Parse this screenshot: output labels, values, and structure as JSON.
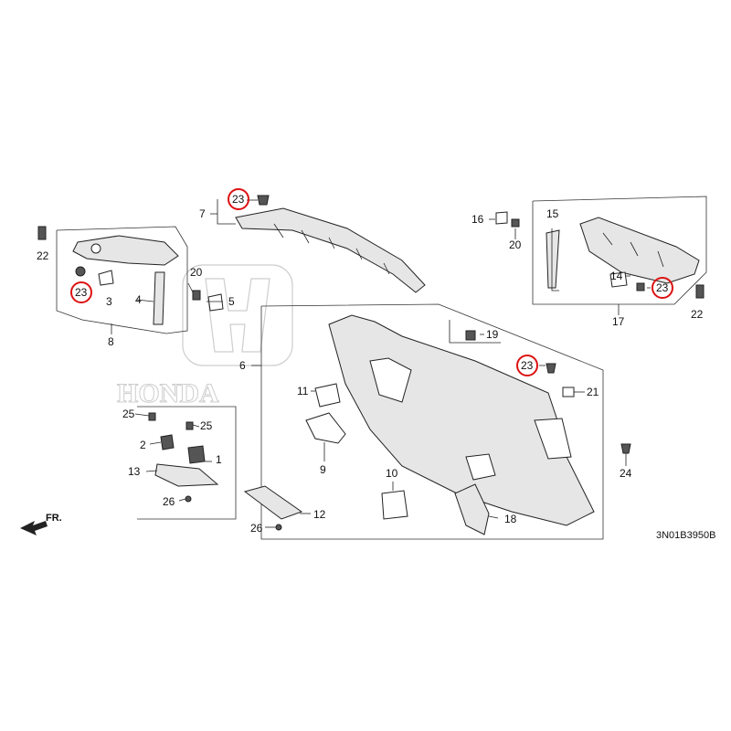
{
  "diagram_code": "3N01B3950B",
  "front_marker": "FR.",
  "watermark_text": "HONDA",
  "highlight_color": "#dd1111",
  "callouts": {
    "c1": "1",
    "c2": "2",
    "c3": "3",
    "c4": "4",
    "c5": "5",
    "c6": "6",
    "c7": "7",
    "c8": "8",
    "c9": "9",
    "c10": "10",
    "c11": "11",
    "c12": "12",
    "c13": "13",
    "c14": "14",
    "c15": "15",
    "c16": "16",
    "c17": "17",
    "c18": "18",
    "c19": "19",
    "c20a": "20",
    "c20b": "20",
    "c21": "21",
    "c22a": "22",
    "c22b": "22",
    "c23a": "23",
    "c23b": "23",
    "c23c": "23",
    "c23d": "23",
    "c24": "24",
    "c25a": "25",
    "c25b": "25",
    "c26a": "26",
    "c26b": "26"
  }
}
